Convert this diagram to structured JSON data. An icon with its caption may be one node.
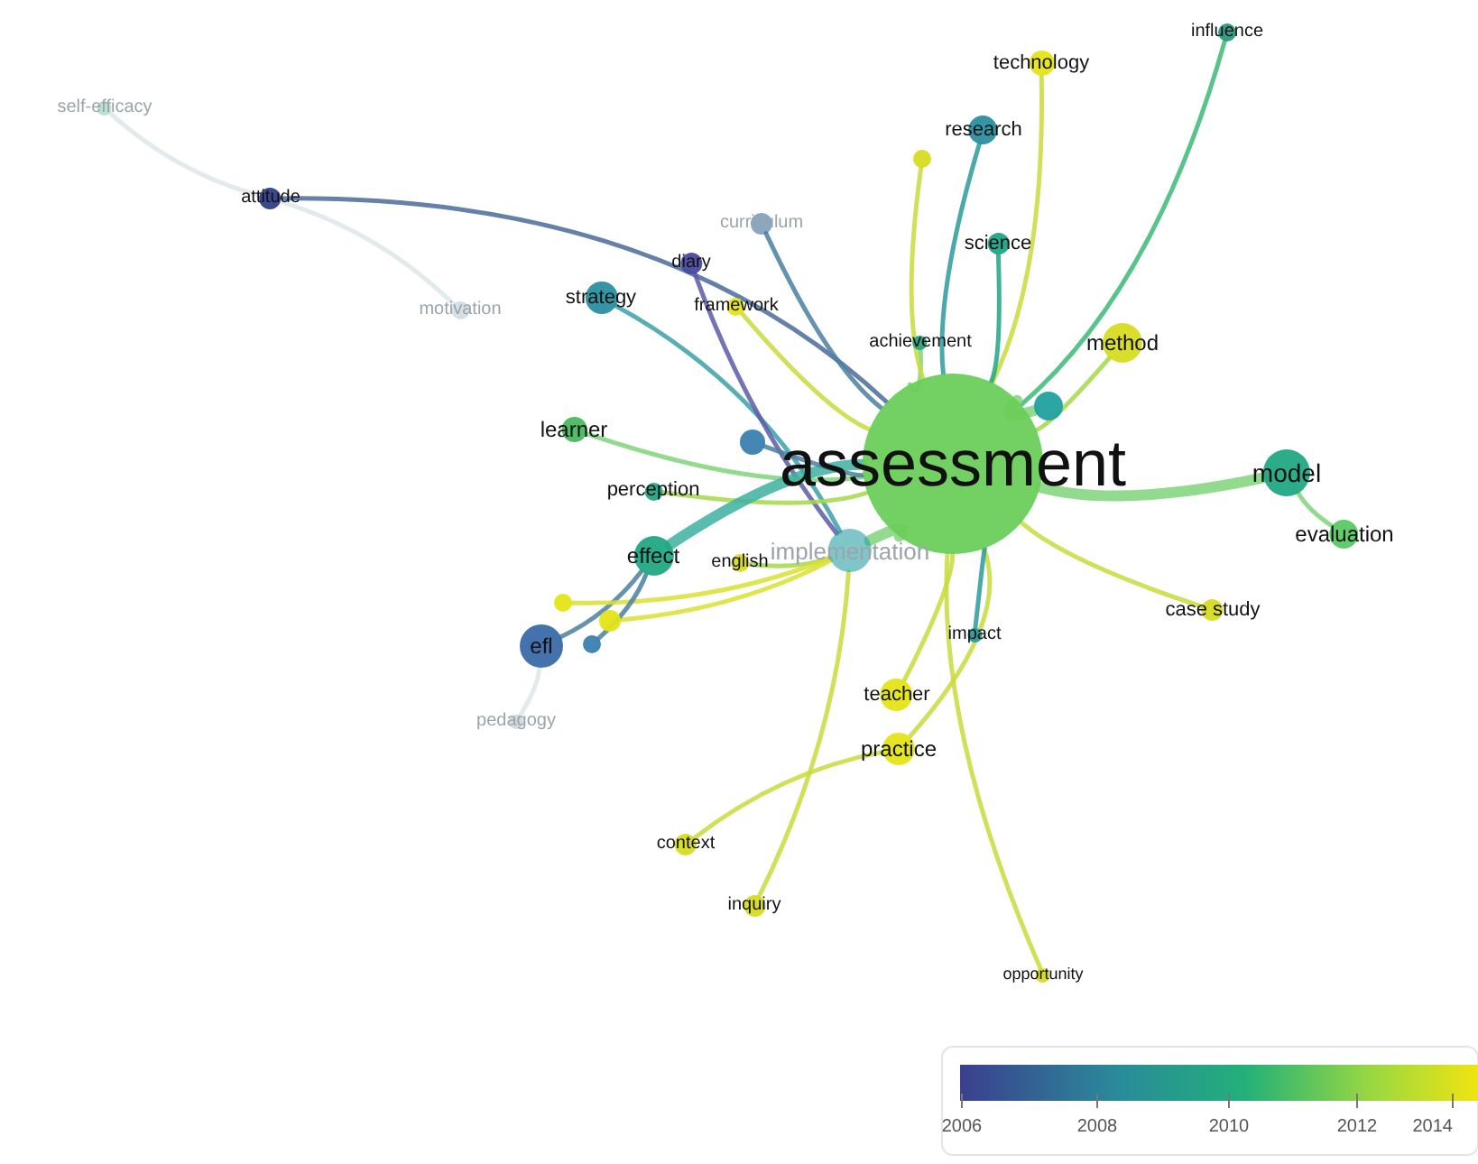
{
  "diagram": {
    "nodes": [
      {
        "text": [
          "assessment"
        ]
      },
      {
        "text": [
          "technology"
        ]
      },
      {
        "text": [
          "influence"
        ]
      },
      {
        "text": [
          "research"
        ]
      },
      {
        "text": [
          "science"
        ]
      },
      {
        "text": [
          "method"
        ]
      },
      {
        "text": [
          "model"
        ]
      },
      {
        "text": [
          "evaluation"
        ]
      },
      {
        "text": [
          "case study"
        ]
      },
      {
        "text": [
          "teacher"
        ]
      },
      {
        "text": [
          "practice"
        ]
      },
      {
        "text": [
          "context"
        ]
      },
      {
        "text": [
          "inquiry"
        ]
      },
      {
        "text": [
          "opportunity"
        ]
      },
      {
        "text": [
          "attitude"
        ]
      },
      {
        "text": [
          "strategy"
        ]
      },
      {
        "text": [
          "diary"
        ]
      },
      {
        "text": [
          "framework"
        ]
      },
      {
        "text": [
          "curriculum"
        ]
      },
      {
        "text": [
          "achievement"
        ]
      },
      {
        "text": [
          "learner"
        ]
      },
      {
        "text": [
          "perception"
        ]
      },
      {
        "text": [
          "effect"
        ]
      },
      {
        "text": [
          "english"
        ]
      },
      {
        "text": [
          "implementation"
        ]
      },
      {
        "text": [
          "impact"
        ]
      },
      {
        "text": [
          "efl"
        ]
      },
      {
        "text": [
          "pedagogy"
        ]
      },
      {
        "text": [
          "motivation"
        ]
      },
      {
        "text": [
          "self-efficacy"
        ]
      },
      {
        "text": [],
        "shape": "circle"
      },
      {
        "text": [],
        "shape": "circle"
      },
      {
        "text": [],
        "shape": "circle"
      },
      {
        "text": [],
        "shape": "circle"
      },
      {
        "text": [],
        "shape": "circle"
      },
      {
        "text": [],
        "shape": "circle"
      }
    ],
    "edges": [
      {
        "from": 0,
        "to": 1,
        "arrow": "none",
        "color": "#c8dc3c"
      },
      {
        "from": 0,
        "to": 2,
        "arrow": "none",
        "color": "#3cb878"
      },
      {
        "from": 0,
        "to": 3,
        "arrow": "none",
        "color": "#2a9a9a"
      },
      {
        "from": 0,
        "to": 4,
        "arrow": "none",
        "color": "#20a486"
      },
      {
        "from": 0,
        "to": 5,
        "arrow": "none",
        "color": "#a6d84a"
      },
      {
        "from": 0,
        "to": 6,
        "arrow": "none",
        "style": "thick"
      },
      {
        "from": 0,
        "to": 8,
        "arrow": "none",
        "color": "#c8dc3c"
      },
      {
        "from": 0,
        "to": 9,
        "arrow": "none",
        "color": "#c8dc3c"
      },
      {
        "from": 0,
        "to": 10,
        "arrow": "none",
        "color": "#c8dc3c"
      },
      {
        "from": 10,
        "to": 11,
        "arrow": "none",
        "color": "#c8dc3c"
      },
      {
        "from": 24,
        "to": 12,
        "arrow": "none",
        "color": "#c8dc3c"
      },
      {
        "from": 0,
        "to": 13,
        "arrow": "none",
        "color": "#c8dc3c"
      },
      {
        "from": 14,
        "to": 0,
        "arrow": "none",
        "color": "#4a6a9a"
      },
      {
        "from": 15,
        "to": 24,
        "arrow": "none",
        "color": "#3aa0a8"
      },
      {
        "from": 16,
        "to": 24,
        "arrow": "none",
        "color": "#5a5aa8"
      },
      {
        "from": 17,
        "to": 0,
        "arrow": "none",
        "color": "#c8dc3c"
      },
      {
        "from": 18,
        "to": 0,
        "arrow": "none",
        "color": "#4a80a0"
      },
      {
        "from": 19,
        "to": 0,
        "arrow": "none"
      },
      {
        "from": 20,
        "to": 0,
        "arrow": "none"
      },
      {
        "from": 21,
        "to": 0,
        "arrow": "none",
        "color": "#a6d84a"
      },
      {
        "from": 22,
        "to": 0,
        "arrow": "none",
        "style": "thick",
        "color": "#3cb0a0"
      },
      {
        "from": 23,
        "to": 24,
        "arrow": "none",
        "color": "#a6d84a"
      },
      {
        "from": 24,
        "to": 0,
        "arrow": "none",
        "style": "thick"
      },
      {
        "from": 25,
        "to": 0,
        "arrow": "none",
        "color": "#2a9a9a"
      },
      {
        "from": 26,
        "to": 22,
        "arrow": "none",
        "color": "#4a80a0"
      },
      {
        "from": 6,
        "to": 7,
        "arrow": "none"
      },
      {
        "from": 27,
        "to": 26,
        "arrow": "none",
        "color": "#dde6ea"
      },
      {
        "from": 28,
        "to": 14,
        "arrow": "none",
        "color": "#dde6ea"
      },
      {
        "from": 29,
        "to": 14,
        "arrow": "none",
        "color": "#dde6ea"
      },
      {
        "from": 30,
        "to": 0,
        "arrow": "none",
        "color": "#c8dc3c"
      },
      {
        "from": 31,
        "to": 0,
        "arrow": "none",
        "color": "#4a80a0"
      },
      {
        "from": 32,
        "to": 0,
        "arrow": "none",
        "style": "thick"
      },
      {
        "from": 33,
        "to": 24,
        "arrow": "none",
        "color": "#d8e030"
      },
      {
        "from": 34,
        "to": 24,
        "arrow": "none",
        "color": "#d8e030"
      },
      {
        "from": 35,
        "to": 22,
        "arrow": "none",
        "color": "#4a80a0"
      }
    ],
    "labels": [
      "2006",
      "2008",
      "2010",
      "2012",
      "2014"
    ]
  }
}
